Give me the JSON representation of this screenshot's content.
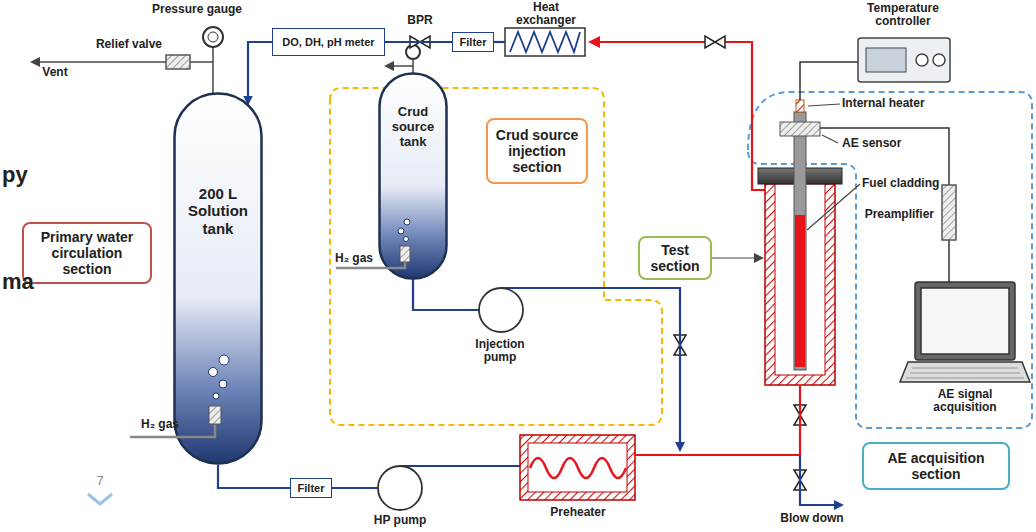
{
  "diagram": {
    "nodes": [
      {
        "text": [
          "Primary water circulation section"
        ]
      },
      {
        "text": [
          "200 L Solution tank"
        ]
      },
      {
        "text": [
          "DO, DH, pH meter"
        ]
      },
      {
        "text": [
          "Filter"
        ]
      },
      {
        "text": [
          "Crud source tank"
        ]
      },
      {
        "text": [
          "Crud source injection section"
        ]
      },
      {
        "text": [
          "Test section"
        ]
      },
      {
        "text": [
          "AE acquisition section"
        ]
      },
      {
        "text": [
          "Filter"
        ]
      }
    ],
    "edges": [
      {
        "from": 2,
        "to": 1,
        "arrow": "to"
      },
      {
        "from": 3,
        "to": 2,
        "arrow": "none"
      },
      {
        "from": 1,
        "to": 8,
        "arrow": "none"
      }
    ],
    "labels": [
      "Pressure gauge",
      "Relief valve",
      "Vent",
      "BPR",
      "Heat exchanger",
      "Temperature controller",
      "Internal heater",
      "AE sensor",
      "Preamplifier",
      "Fuel cladding",
      "H₂ gas",
      "H₂ gas",
      "Injection pump",
      "AE signal acquisition",
      "HP pump",
      "Preheater",
      "Blow down",
      "7",
      "py",
      "ma"
    ]
  }
}
